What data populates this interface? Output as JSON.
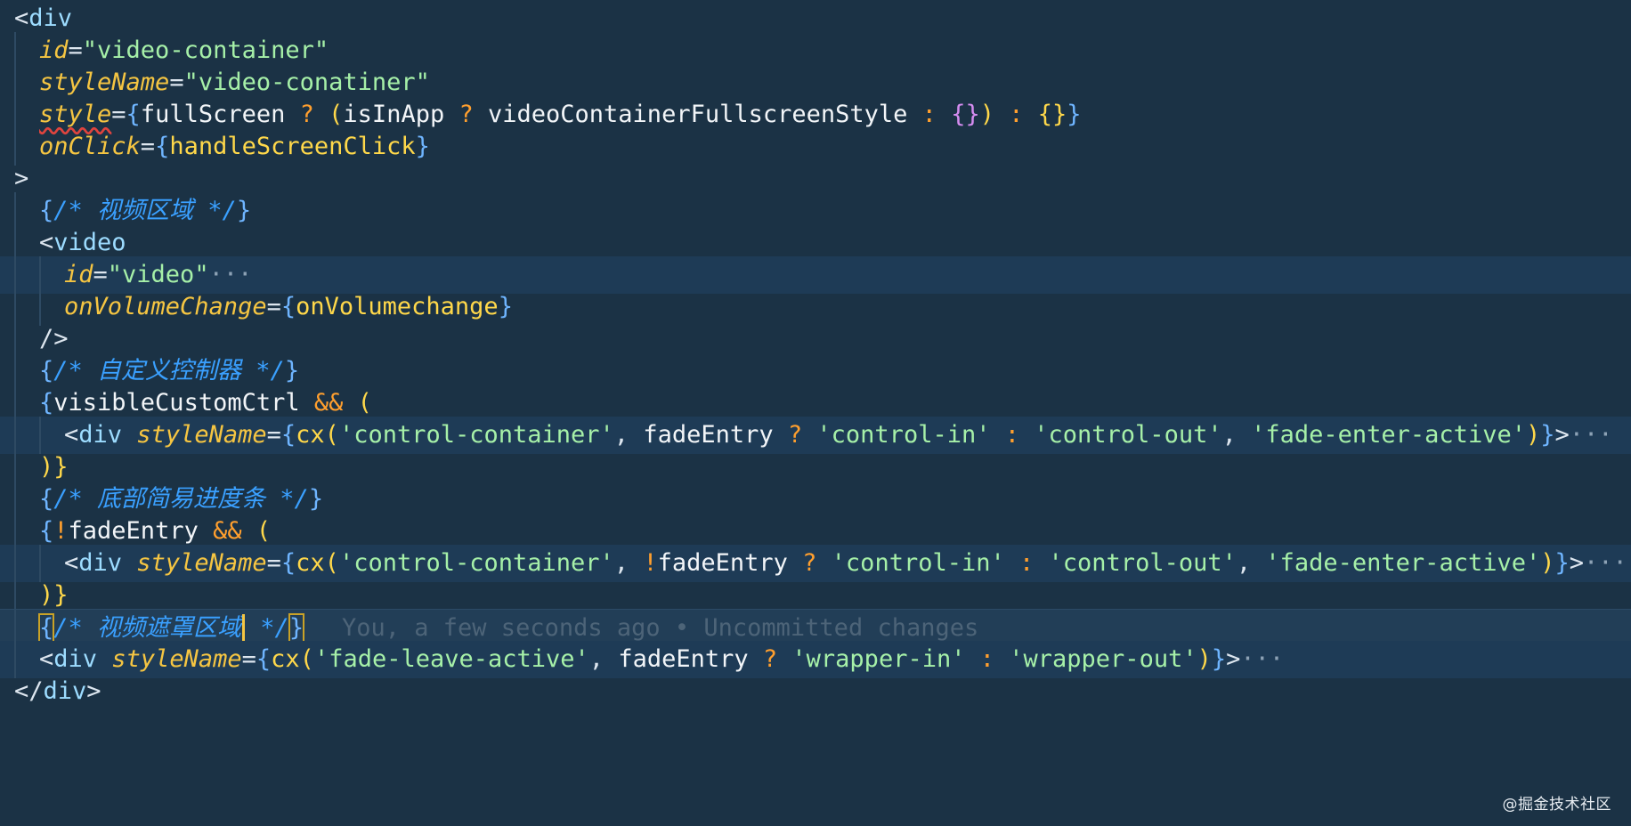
{
  "editor": {
    "blame_text": "You, a few seconds ago • Uncommitted changes",
    "watermark": "@掘金技术社区"
  },
  "lines": {
    "l1": {
      "lt": "<",
      "tag": "div"
    },
    "l2": {
      "attr": "id",
      "eq": "=",
      "val": "\"video-container\""
    },
    "l3": {
      "attr": "styleName",
      "eq": "=",
      "val": "\"video-conatiner\""
    },
    "l4": {
      "attr": "style",
      "eq": "=",
      "ob": "{",
      "v1": "fullScreen",
      "q": " ? ",
      "p1": "(",
      "v2": "isInApp",
      "q2": " ? ",
      "v3": "videoContainerFullscreenStyle",
      "c1": " : ",
      "e1": "{}",
      "p2": ")",
      "c2": " : ",
      "e2": "{}",
      "cb": "}"
    },
    "l5": {
      "attr": "onClick",
      "eq": "=",
      "ob": "{",
      "v": "handleScreenClick",
      "cb": "}"
    },
    "l6": {
      "gt": ">"
    },
    "l7": {
      "ob": "{",
      "comment": "/* 视频区域 */",
      "cb": "}"
    },
    "l8": {
      "lt": "<",
      "tag": "video"
    },
    "l9": {
      "attr": "id",
      "eq": "=",
      "val": "\"video\"",
      "fold": "···"
    },
    "l10": {
      "attr": "onVolumeChange",
      "eq": "=",
      "ob": "{",
      "v": "onVolumechange",
      "cb": "}"
    },
    "l11": {
      "close": "/>"
    },
    "l12": {
      "ob": "{",
      "comment": "/* 自定义控制器 */",
      "cb": "}"
    },
    "l13": {
      "ob": "{",
      "v": "visibleCustomCtrl",
      "op": " && ",
      "p": "("
    },
    "l14": {
      "lt": "<",
      "tag": "div",
      "attr": "styleName",
      "eq": "=",
      "ob": "{",
      "fn": "cx",
      "p1": "(",
      "s1": "'control-container'",
      "comma1": ", ",
      "v": "fadeEntry",
      "q": " ? ",
      "s2": "'control-in'",
      "c": " : ",
      "s3": "'control-out'",
      "comma2": ", ",
      "s4": "'fade-enter-active'",
      "p2": ")",
      "cb": "}",
      "gt": ">",
      "fold": "···"
    },
    "l15": {
      "close": ")}"
    },
    "l16": {
      "ob": "{",
      "comment": "/* 底部简易进度条 */",
      "cb": "}"
    },
    "l17": {
      "ob": "{",
      "not": "!",
      "v": "fadeEntry",
      "op": " && ",
      "p": "("
    },
    "l18": {
      "lt": "<",
      "tag": "div",
      "attr": "styleName",
      "eq": "=",
      "ob": "{",
      "fn": "cx",
      "p1": "(",
      "s1": "'control-container'",
      "comma1": ", ",
      "not": "!",
      "v": "fadeEntry",
      "q": " ? ",
      "s2": "'control-in'",
      "c": " : ",
      "s3": "'control-out'",
      "comma2": ", ",
      "s4": "'fade-enter-active'",
      "p2": ")",
      "cb": "}",
      "gt": ">",
      "fold": "···"
    },
    "l19": {
      "close": ")}"
    },
    "l20": {
      "ob": "{",
      "comment_a": "/* 视频遮罩区域",
      "comment_b": " */",
      "cb": "}"
    },
    "l21": {
      "lt": "<",
      "tag": "div",
      "attr": "styleName",
      "eq": "=",
      "ob": "{",
      "fn": "cx",
      "p1": "(",
      "s1": "'fade-leave-active'",
      "comma1": ", ",
      "v": "fadeEntry",
      "q": " ? ",
      "s2": "'wrapper-in'",
      "c": " : ",
      "s3": "'wrapper-out'",
      "p2": ")",
      "cb": "}",
      "gt": ">",
      "fold": "···"
    },
    "l22": {
      "lt": "</",
      "tag": "div",
      "gt": ">"
    }
  },
  "colors": {
    "background": "#1b3245",
    "line_highlight": "#1e3b56",
    "attribute": "#f5c542",
    "string": "#a6f0a8",
    "comment": "#3aa0ff",
    "operator": "#ff9f2e",
    "tag": "#9ddcff"
  }
}
